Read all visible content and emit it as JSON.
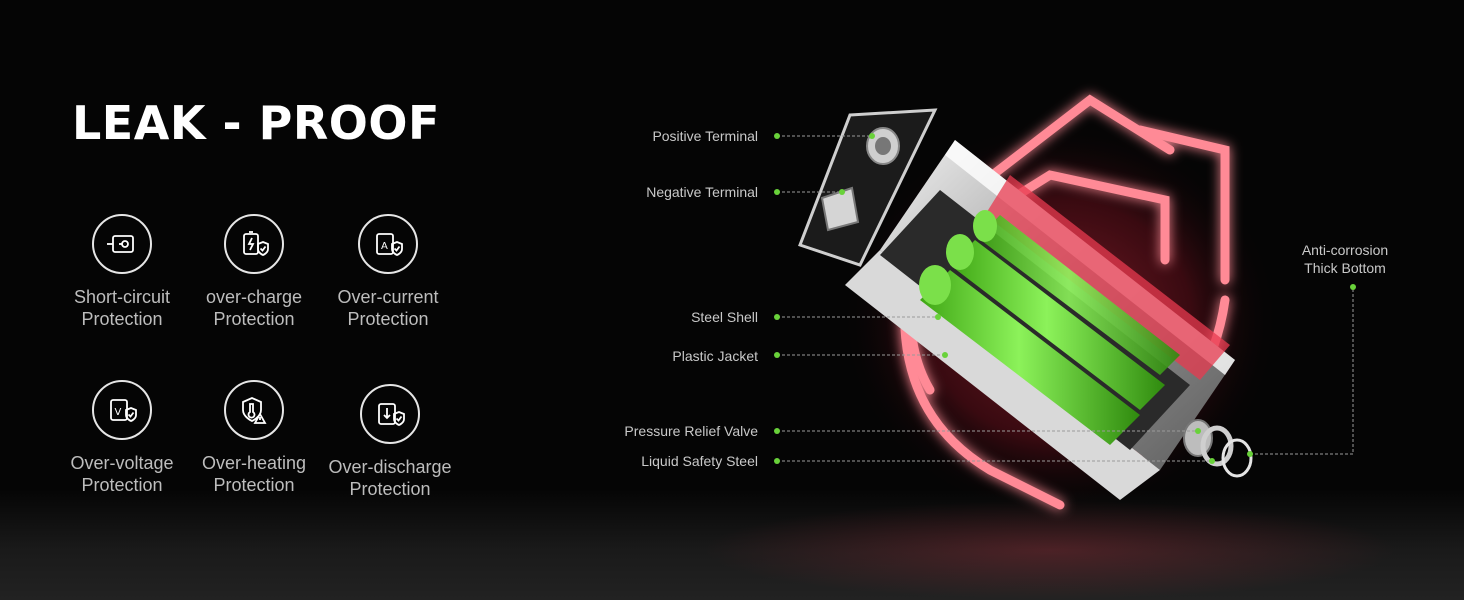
{
  "title": "LEAK - PROOF",
  "features": [
    {
      "icon": "short-circuit-icon",
      "line1": "Short-circuit",
      "line2": "Protection"
    },
    {
      "icon": "over-charge-icon",
      "line1": "over-charge",
      "line2": "Protection"
    },
    {
      "icon": "over-current-icon",
      "line1": "Over-current",
      "line2": "Protection"
    },
    {
      "icon": "over-voltage-icon",
      "line1": "Over-voltage",
      "line2": "Protection"
    },
    {
      "icon": "over-heating-icon",
      "line1": "Over-heating",
      "line2": "Protection"
    },
    {
      "icon": "over-discharge-icon",
      "line1": "Over-discharge",
      "line2": "Protection"
    }
  ],
  "callouts": {
    "positive_terminal": "Positive Terminal",
    "negative_terminal": "Negative Terminal",
    "steel_shell": "Steel Shell",
    "plastic_jacket": "Plastic Jacket",
    "pressure_relief_valve": "Pressure Relief Valve",
    "liquid_safety_steel": "Liquid Safety Steel",
    "anti_corrosion_line1": "Anti-corrosion",
    "anti_corrosion_line2": "Thick Bottom"
  },
  "colors": {
    "background": "#050505",
    "accent_glow": "#ff5a6e",
    "cell_green": "#6fe33a",
    "dot_green": "#69d23a"
  }
}
